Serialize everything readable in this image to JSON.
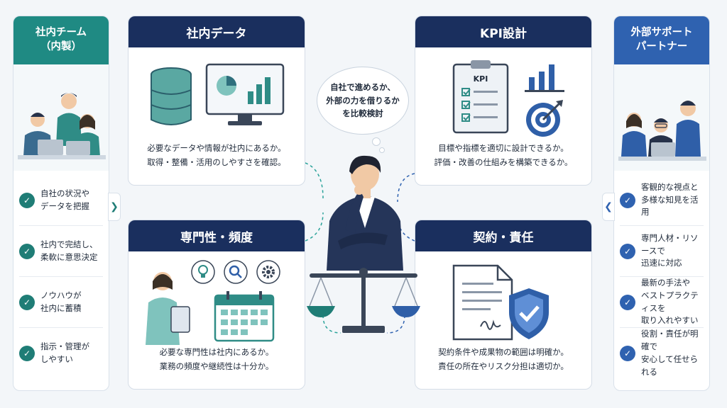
{
  "left_panel": {
    "title": "社内チーム\n（内製）",
    "items": [
      {
        "label": "自社の状況や\nデータを把握"
      },
      {
        "label": "社内で完結し、\n柔軟に意思決定"
      },
      {
        "label": "ノウハウが\n社内に蓄積"
      },
      {
        "label": "指示・管理が\nしやすい"
      }
    ]
  },
  "right_panel": {
    "title": "外部サポート\nパートナー",
    "items": [
      {
        "label": "客観的な視点と\n多様な知見を活用"
      },
      {
        "label": "専門人材・リソースで\n迅速に対応"
      },
      {
        "label": "最新の手法や\nベストプラクティスを\n取り入れやすい"
      },
      {
        "label": "役割・責任が明確で\n安心して任せられる"
      }
    ]
  },
  "cards": {
    "data": {
      "title": "社内データ",
      "desc": "必要なデータや情報が社内にあるか。\n取得・整備・活用のしやすさを確認。"
    },
    "kpi": {
      "title": "KPI設計",
      "clipboard_label": "KPI",
      "desc": "目標や指標を適切に設計できるか。\n評価・改善の仕組みを構築できるか。"
    },
    "expertise": {
      "title": "専門性・頻度",
      "desc": "必要な専門性は社内にあるか。\n業務の頻度や継続性は十分か。"
    },
    "contract": {
      "title": "契約・責任",
      "desc": "契約条件や成果物の範囲は明確か。\n責任の所在やリスク分担は適切か。"
    }
  },
  "center": {
    "thought": "自社で進めるか、\n外部の力を借りるか\nを比較検討"
  },
  "colors": {
    "navy": "#1a2f5e",
    "teal": "#1f8a83",
    "blue": "#2f62b0"
  },
  "icons": [
    "check-icon",
    "database-icon",
    "monitor-chart-icon",
    "clipboard-icon",
    "bar-chart-icon",
    "target-icon",
    "lightbulb-icon",
    "search-icon",
    "gear-icon",
    "calendar-icon",
    "document-icon",
    "shield-check-icon",
    "scale-icon"
  ]
}
